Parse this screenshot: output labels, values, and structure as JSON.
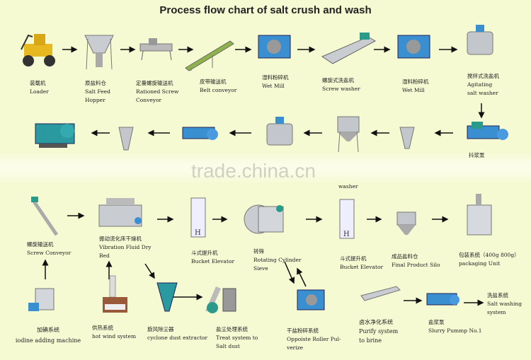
{
  "title": "Process flow chart of salt crush and wash",
  "watermark": "trade.china.cn",
  "row1": [
    {
      "cn": "装载机",
      "en": [
        "Loader"
      ],
      "icon": "loader-icon"
    },
    {
      "cn": "原盐料仓",
      "en": [
        "Salt Feed",
        "Hopper"
      ],
      "icon": "hopper-icon"
    },
    {
      "cn": "定量螺旋输送机",
      "en": [
        "Rationed Screw",
        "Conveyor"
      ],
      "icon": "screw-conveyor-icon"
    },
    {
      "cn": "皮带输送机",
      "en": [
        "Belt conveyor"
      ],
      "icon": "belt-conveyor-icon"
    },
    {
      "cn": "湿料粉碎机",
      "en": [
        "Wet Mill"
      ],
      "icon": "wet-mill-icon"
    },
    {
      "cn": "螺旋式洗盐机",
      "en": [
        "Screw washer"
      ],
      "icon": "screw-washer-icon"
    },
    {
      "cn": "湿料粉碎机",
      "en": [
        "Wet Mill"
      ],
      "icon": "wet-mill-icon"
    },
    {
      "cn": "搅拌式洗盐机",
      "en": [
        "Agitating",
        "salt washer"
      ],
      "icon": "agitating-washer-icon"
    }
  ],
  "row2_partial_label": "抖浆泵",
  "row2_washer_label": "washer",
  "row3": [
    {
      "cn": "螺旋输送机",
      "en": [
        "Screw Conveyor"
      ]
    },
    {
      "cn": "振动流化床干燥机",
      "en": [
        "Vibration Fluid Dry",
        "Bed"
      ]
    },
    {
      "cn": "斗式提升机",
      "en": [
        "Bucket Elevator"
      ]
    },
    {
      "cn": "转筛",
      "en": [
        "Rotating Cylinder",
        "Sieve"
      ]
    },
    {
      "cn": "斗式提升机",
      "en": [
        "Bucket Elevator"
      ]
    },
    {
      "cn": "成品盐料仓",
      "en": [
        "Final Product Silo"
      ]
    },
    {
      "cn": "包装系统（400g 800g）",
      "en": [
        "packaging  Unit"
      ]
    }
  ],
  "row4": [
    {
      "cn": "加碘系统",
      "en": [
        "iodine adding machine"
      ]
    },
    {
      "cn": "供热系统",
      "en": [
        "hot wind system"
      ]
    },
    {
      "cn": "旋风除尘器",
      "en": [
        "cyclone dust extractor"
      ]
    },
    {
      "cn": "盐尘处理系统",
      "en": [
        "Treat system to",
        "Salt dust"
      ]
    },
    {
      "cn": "干盐粉碎系统",
      "en": [
        "Oppoiste Roller Pul-",
        "verize"
      ]
    },
    {
      "cn": "卤水净化系统",
      "en": [
        "Purify system",
        "to brine"
      ]
    },
    {
      "cn": "盐浆泵",
      "en": [
        "Slurry Pummp No.1"
      ]
    },
    {
      "cn": "洗盐系统",
      "en": [
        "Salt washing",
        "system"
      ]
    }
  ],
  "colors": {
    "background": "#f6fad2",
    "machine": "#3a8fd0",
    "steel": "#b8bcc2",
    "arrow": "#111111"
  }
}
